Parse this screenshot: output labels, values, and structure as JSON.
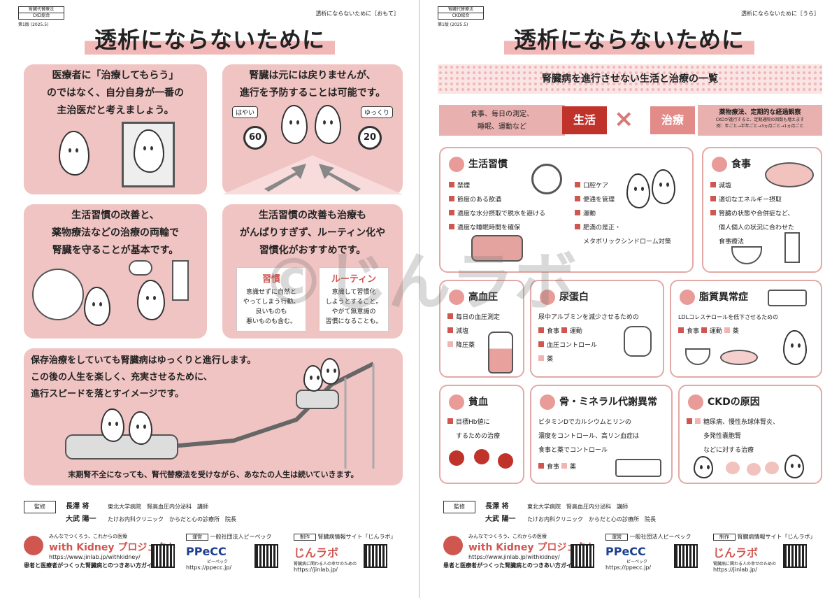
{
  "left": {
    "tag1": "腎臓代替療法",
    "tag2": "CKD総合",
    "version": "第1版 (2025.5)",
    "side": "透析にならないために［おもて］",
    "title": "透析にならないために",
    "b1": [
      "医療者に「治療してもらう」",
      "のではなく、自分自身が一番の",
      "主治医だと考えましょう。"
    ],
    "b2": [
      "腎臓は元には戻りませんが、",
      "進行を予防することは可能です。"
    ],
    "sign1": "はやい",
    "sign2": "ゆっくり",
    "n60": "60",
    "n20": "20",
    "b3": [
      "生活習慣の改善と、",
      "薬物療法などの治療の両輪で",
      "腎臓を守ることが基本です。"
    ],
    "b4": [
      "生活習慣の改善も治療も",
      "がんばりすぎず、ルーティン化や",
      "習慣化がおすすめです。"
    ],
    "note1": {
      "t": "習慣",
      "l": [
        "意識せずに自然と",
        "やってしまう行動。",
        "良いものも",
        "悪いものも含む。"
      ]
    },
    "note2": {
      "t": "ルーティン",
      "l": [
        "意識して習慣化",
        "しようとすること。",
        "やがて無意識の",
        "習慣になることも。"
      ]
    },
    "b5": [
      "保存治療をしていても腎臓病はゆっくりと進行します。",
      "この後の人生を楽しく、充実させるために、",
      "進行スピードを落とすイメージです。"
    ],
    "b5b": "末期腎不全になっても、腎代替療法を受けながら、あなたの人生は続いていきます。"
  },
  "right": {
    "tag1": "腎臓代替療法",
    "tag2": "CKD総合",
    "version": "第1版 (2025.5)",
    "side": "透析にならないために［うら］",
    "title": "透析にならないために",
    "banner": "腎臓病を進行させない生活と治療の一覧",
    "leftpill": [
      "食事、毎日の測定、",
      "睡眠、運動など"
    ],
    "house1": "生活",
    "cross": "×",
    "house2": "治療",
    "rightinfo": [
      "薬物療法、定期的な経過観察",
      "CKDが進行すると、定期通院の回数も増えます",
      "例：年ごと→半年ごと→3ヵ月ごと→1ヵ月ごと"
    ],
    "life": {
      "title": "生活習慣",
      "a": [
        "禁煙",
        "節度のある飲酒",
        "適度な水分摂取で脱水を避ける",
        "適度な睡眠時間を確保"
      ],
      "b": [
        "口腔ケア",
        "便通を管理",
        "運動",
        "肥満の是正・",
        "メタボリックシンドローム対策"
      ]
    },
    "diet": {
      "title": "食事",
      "l": [
        "減塩",
        "適切なエネルギー摂取",
        "腎臓の状態や合併症など、",
        "個人個人の状況に合わせた",
        "食事療法"
      ]
    },
    "bp": {
      "title": "高血圧",
      "l": [
        "毎日の血圧測定",
        "減塩",
        "降圧薬"
      ]
    },
    "prot": {
      "title": "尿蛋白",
      "l": [
        "尿中アルブミンを減少させるための",
        "食事",
        "運動",
        "血圧コントロール",
        "薬"
      ]
    },
    "lipid": {
      "title": "脂質異常症",
      "l": [
        "LDLコレステロールを低下させるための",
        "食事",
        "運動",
        "薬"
      ]
    },
    "anemia": {
      "title": "貧血",
      "l": [
        "目標Hb値に",
        "するための治療"
      ]
    },
    "bone": {
      "title": "骨・ミネラル代謝異常",
      "l": [
        "ビタミンDでカルシウムとリンの",
        "濃度をコントロール、高リン血症は",
        "食事と薬でコントロール",
        "食事",
        "薬"
      ]
    },
    "ckd": {
      "title": "CKDの原因",
      "l": [
        "糖尿病、慢性糸球体腎炎、",
        "多発性嚢胞腎",
        "などに対する治療"
      ]
    }
  },
  "credit": {
    "label": "監修",
    "n1": "長澤 将",
    "a1": "東北大学病院　腎高血圧内分泌科　講師",
    "n2": "大武 陽一",
    "a2": "たけお内科クリニック　からだと心の診療所　院長"
  },
  "footer": {
    "catch": "みんなでつくろう、これからの医療",
    "brand": "with Kidney プロジェクト",
    "url1": "https://www.jinlab.jp/withkidney/",
    "desc": "患者と医療者がつくった腎臓病とのつきあい方ガイド",
    "op": "運営",
    "opname": "一般社団法人ピーペック",
    "ppecc": "PPeCC",
    "ppeccsub": "ピーペック",
    "url2": "https://ppecc.jp/",
    "mk": "制作",
    "mkname": "腎臓病情報サイト「じんラボ」",
    "jin": "じんラボ",
    "jinsub": "腎臓病に関わる人の幸せのための",
    "url3": "https://jinlab.jp/"
  },
  "watermark": "©じんラボ"
}
